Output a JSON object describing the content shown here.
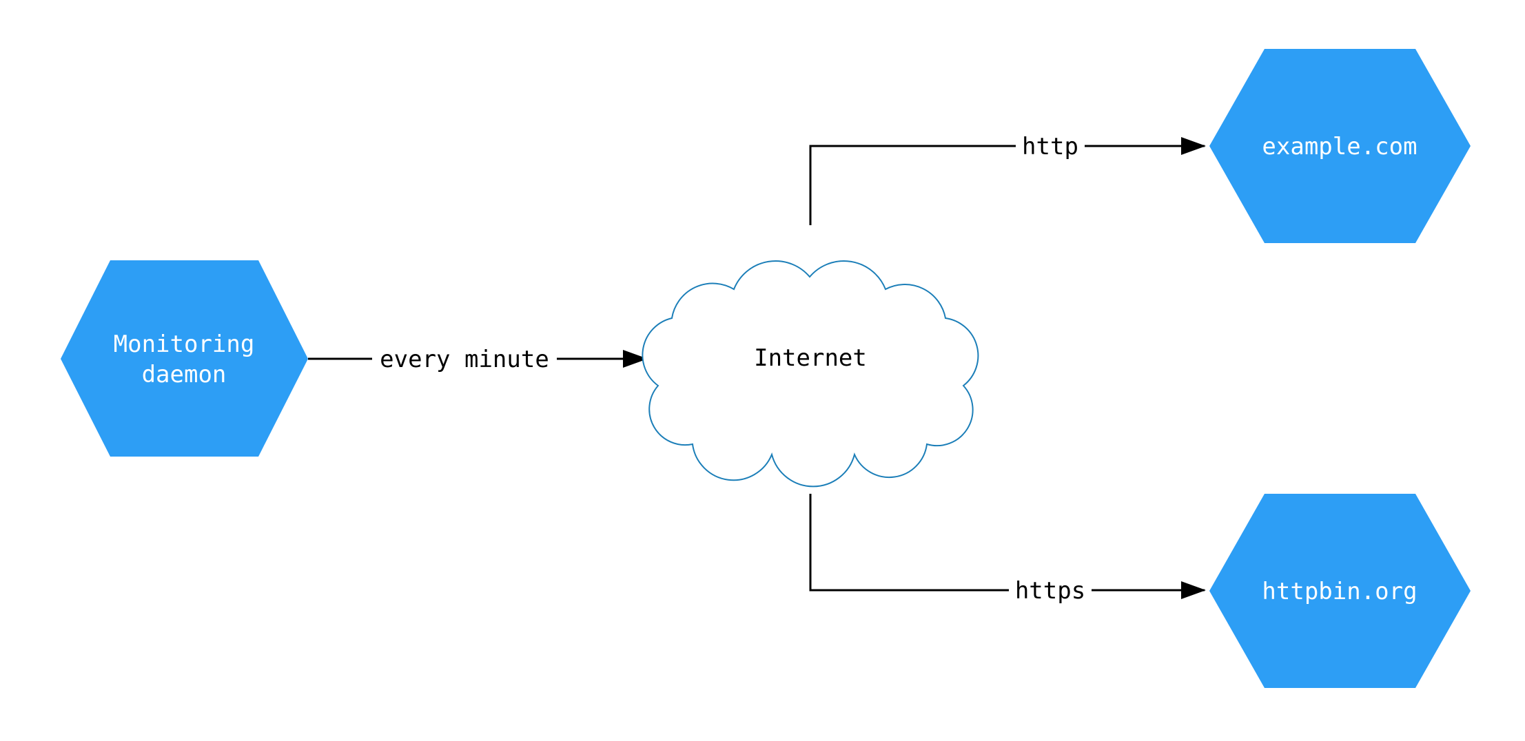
{
  "diagram": {
    "title": "monitoring network diagram",
    "nodes": {
      "monitoring_daemon": {
        "label_line1": "Monitoring",
        "label_line2": "daemon",
        "shape": "hexagon"
      },
      "internet": {
        "label": "Internet",
        "shape": "cloud"
      },
      "example_com": {
        "label": "example.com",
        "shape": "hexagon"
      },
      "httpbin_org": {
        "label": "httpbin.org",
        "shape": "hexagon"
      }
    },
    "edges": {
      "every_minute": {
        "label": "every minute",
        "from": "monitoring_daemon",
        "to": "internet"
      },
      "http": {
        "label": "http",
        "from": "internet",
        "to": "example_com"
      },
      "https": {
        "label": "https",
        "from": "internet",
        "to": "httpbin_org"
      }
    },
    "colors": {
      "background": "#ffffff",
      "node_fill": "#2D9EF5",
      "node_text": "#ffffff",
      "cloud_fill": "#ffffff",
      "cloud_stroke": "#1b7eb8",
      "edge_stroke": "#000000",
      "label_text": "#000000"
    }
  }
}
